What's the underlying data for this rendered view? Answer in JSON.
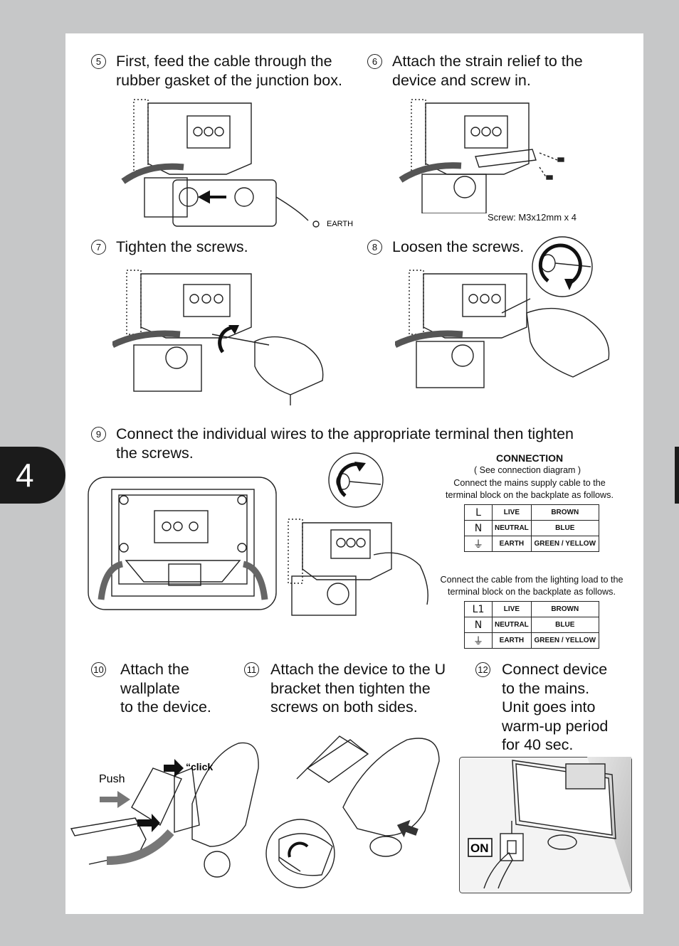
{
  "page_number": "4",
  "steps": {
    "s5": {
      "num": "5",
      "text": "First, feed the cable through the\nrubber gasket of the junction box."
    },
    "s6": {
      "num": "6",
      "text": "Attach the strain relief to the\ndevice and screw in."
    },
    "s7": {
      "num": "7",
      "text": "Tighten the screws."
    },
    "s8": {
      "num": "8",
      "text": "Loosen the screws."
    },
    "s9": {
      "num": "9",
      "text": "Connect the individual wires to the appropriate terminal then tighten\nthe screws."
    },
    "s10": {
      "num": "10",
      "text": "Attach the\nwallplate\nto the device."
    },
    "s11": {
      "num": "11",
      "text": "Attach the device to the U\nbracket then tighten the\nscrews on both sides."
    },
    "s12": {
      "num": "12",
      "text": "Connect device\nto the mains.\nUnit goes into\nwarm-up period\nfor 40 sec."
    }
  },
  "labels": {
    "earth": "EARTH",
    "screw_spec": "Screw: M3x12mm x 4",
    "push": "Push",
    "click": "“click",
    "on": "ON"
  },
  "connection": {
    "title": "CONNECTION",
    "subtitle": "( See connection diagram )",
    "mains_note": "Connect the mains supply cable to the\nterminal block on the backplate as follows.",
    "mains_table": [
      {
        "symbol": "L",
        "function": "LIVE",
        "color": "BROWN"
      },
      {
        "symbol": "N",
        "function": "NEUTRAL",
        "color": "BLUE"
      },
      {
        "symbol": "⏚",
        "function": "EARTH",
        "color": "GREEN / YELLOW"
      }
    ],
    "load_note": "Connect the cable from the lighting load to the\nterminal block on the backplate as follows.",
    "load_table": [
      {
        "symbol": "L1",
        "function": "LIVE",
        "color": "BROWN"
      },
      {
        "symbol": "N",
        "function": "NEUTRAL",
        "color": "BLUE"
      },
      {
        "symbol": "⏚",
        "function": "EARTH",
        "color": "GREEN / YELLOW"
      }
    ]
  }
}
